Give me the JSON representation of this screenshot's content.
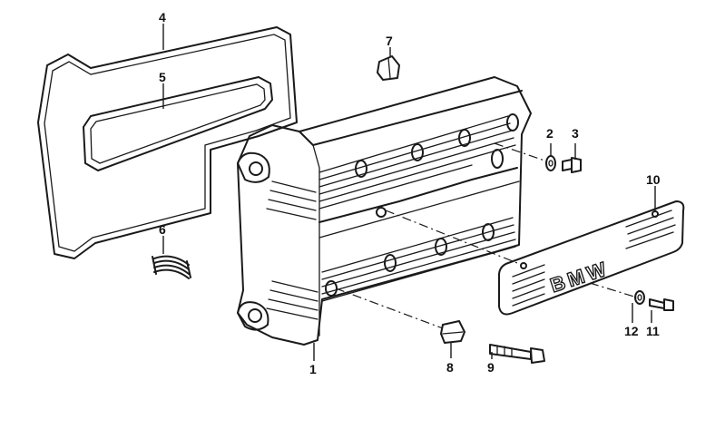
{
  "callouts": [
    {
      "id": "1",
      "label": "1"
    },
    {
      "id": "2",
      "label": "2"
    },
    {
      "id": "3",
      "label": "3"
    },
    {
      "id": "4",
      "label": "4"
    },
    {
      "id": "5",
      "label": "5"
    },
    {
      "id": "6",
      "label": "6"
    },
    {
      "id": "7",
      "label": "7"
    },
    {
      "id": "8",
      "label": "8"
    },
    {
      "id": "9",
      "label": "9"
    },
    {
      "id": "10",
      "label": "10"
    },
    {
      "id": "11",
      "label": "11"
    },
    {
      "id": "12",
      "label": "12"
    }
  ],
  "logo": {
    "text": "BMW"
  },
  "colors": {
    "ink": "#1a1a1a",
    "background": "#ffffff"
  }
}
